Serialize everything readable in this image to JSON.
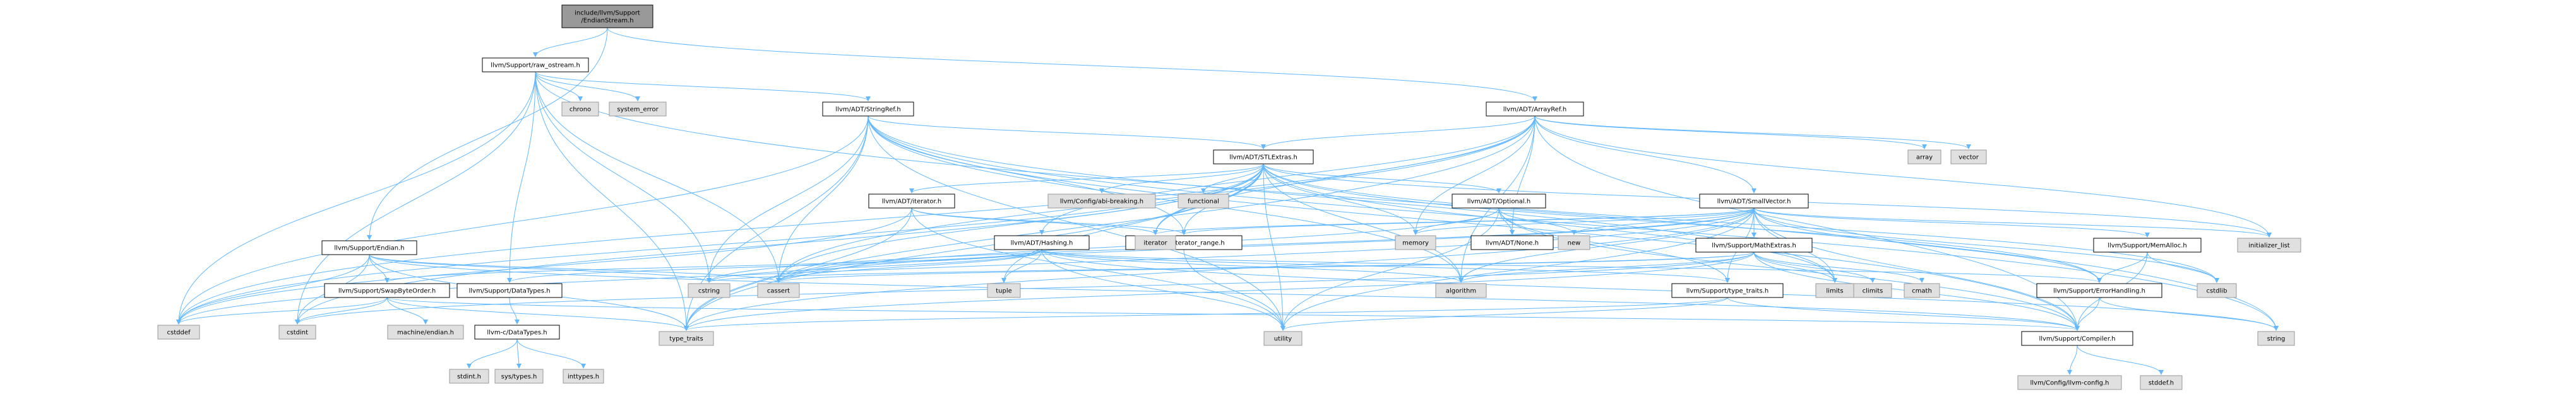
{
  "colors": {
    "edge": "#63b8ff",
    "root_fill": "#999999",
    "node_fill": "#ffffff",
    "node_stroke": "#000000",
    "ext_fill": "#e0e0e0",
    "ext_stroke": "#999999"
  },
  "nodes": {
    "root": {
      "lines": [
        "include/llvm/Support",
        "/EndianStream.h"
      ],
      "kind": "root"
    },
    "raw_ostream": {
      "lines": [
        "llvm/Support/raw_ostream.h"
      ],
      "kind": "header"
    },
    "arrayref": {
      "lines": [
        "llvm/ADT/ArrayRef.h"
      ],
      "kind": "header"
    },
    "stringref": {
      "lines": [
        "llvm/ADT/StringRef.h"
      ],
      "kind": "header"
    },
    "stlextras": {
      "lines": [
        "llvm/ADT/STLExtras.h"
      ],
      "kind": "header"
    },
    "smallvector": {
      "lines": [
        "llvm/ADT/SmallVector.h"
      ],
      "kind": "header"
    },
    "endian": {
      "lines": [
        "llvm/Support/Endian.h"
      ],
      "kind": "header"
    },
    "adt_iterator": {
      "lines": [
        "llvm/ADT/iterator.h"
      ],
      "kind": "header"
    },
    "optional": {
      "lines": [
        "llvm/ADT/Optional.h"
      ],
      "kind": "header"
    },
    "hashing": {
      "lines": [
        "llvm/ADT/Hashing.h"
      ],
      "kind": "header"
    },
    "iterator_range": {
      "lines": [
        "llvm/ADT/iterator_range.h"
      ],
      "kind": "header"
    },
    "none": {
      "lines": [
        "llvm/ADT/None.h"
      ],
      "kind": "header"
    },
    "mathextras": {
      "lines": [
        "llvm/Support/MathExtras.h"
      ],
      "kind": "header"
    },
    "memalloc": {
      "lines": [
        "llvm/Support/MemAlloc.h"
      ],
      "kind": "header"
    },
    "swapbyteorder": {
      "lines": [
        "llvm/Support/SwapByteOrder.h"
      ],
      "kind": "header"
    },
    "datatypes": {
      "lines": [
        "llvm/Support/DataTypes.h"
      ],
      "kind": "header"
    },
    "type_traits_h": {
      "lines": [
        "llvm/Support/type_traits.h"
      ],
      "kind": "header"
    },
    "errorhandling": {
      "lines": [
        "llvm/Support/ErrorHandling.h"
      ],
      "kind": "header"
    },
    "compiler": {
      "lines": [
        "llvm/Support/Compiler.h"
      ],
      "kind": "header"
    },
    "llvmc_datatypes": {
      "lines": [
        "llvm-c/DataTypes.h"
      ],
      "kind": "header"
    },
    "chrono": {
      "lines": [
        "chrono"
      ],
      "kind": "ext"
    },
    "system_error": {
      "lines": [
        "system_error"
      ],
      "kind": "ext"
    },
    "array": {
      "lines": [
        "array"
      ],
      "kind": "ext"
    },
    "vector": {
      "lines": [
        "vector"
      ],
      "kind": "ext"
    },
    "abi_breaking": {
      "lines": [
        "llvm/Config/abi-breaking.h"
      ],
      "kind": "ext"
    },
    "functional": {
      "lines": [
        "functional"
      ],
      "kind": "ext"
    },
    "iterator": {
      "lines": [
        "iterator"
      ],
      "kind": "ext"
    },
    "memory": {
      "lines": [
        "memory"
      ],
      "kind": "ext"
    },
    "new": {
      "lines": [
        "new"
      ],
      "kind": "ext"
    },
    "initializer_list": {
      "lines": [
        "initializer_list"
      ],
      "kind": "ext"
    },
    "cstring": {
      "lines": [
        "cstring"
      ],
      "kind": "ext"
    },
    "tuple": {
      "lines": [
        "tuple"
      ],
      "kind": "ext"
    },
    "cassert": {
      "lines": [
        "cassert"
      ],
      "kind": "ext"
    },
    "algorithm": {
      "lines": [
        "algorithm"
      ],
      "kind": "ext"
    },
    "limits": {
      "lines": [
        "limits"
      ],
      "kind": "ext"
    },
    "climits": {
      "lines": [
        "climits"
      ],
      "kind": "ext"
    },
    "cmath": {
      "lines": [
        "cmath"
      ],
      "kind": "ext"
    },
    "cstdlib": {
      "lines": [
        "cstdlib"
      ],
      "kind": "ext"
    },
    "cstddef": {
      "lines": [
        "cstddef"
      ],
      "kind": "ext"
    },
    "cstdint": {
      "lines": [
        "cstdint"
      ],
      "kind": "ext"
    },
    "machine_endian": {
      "lines": [
        "machine/endian.h"
      ],
      "kind": "ext"
    },
    "type_traits": {
      "lines": [
        "type_traits"
      ],
      "kind": "ext"
    },
    "utility": {
      "lines": [
        "utility"
      ],
      "kind": "ext"
    },
    "string": {
      "lines": [
        "string"
      ],
      "kind": "ext"
    },
    "stdint_h": {
      "lines": [
        "stdint.h"
      ],
      "kind": "ext"
    },
    "sys_types": {
      "lines": [
        "sys/types.h"
      ],
      "kind": "ext"
    },
    "inttypes": {
      "lines": [
        "inttypes.h"
      ],
      "kind": "ext"
    },
    "llvm_config": {
      "lines": [
        "llvm/Config/llvm-config.h"
      ],
      "kind": "ext"
    },
    "stddef_h": {
      "lines": [
        "stddef.h"
      ],
      "kind": "ext"
    }
  },
  "edges": [
    [
      "root",
      "raw_ostream"
    ],
    [
      "root",
      "arrayref"
    ],
    [
      "root",
      "endian"
    ],
    [
      "raw_ostream",
      "stringref"
    ],
    [
      "raw_ostream",
      "datatypes"
    ],
    [
      "raw_ostream",
      "cassert"
    ],
    [
      "raw_ostream",
      "chrono"
    ],
    [
      "raw_ostream",
      "cstddef"
    ],
    [
      "raw_ostream",
      "cstdint"
    ],
    [
      "raw_ostream",
      "cstring"
    ],
    [
      "raw_ostream",
      "string"
    ],
    [
      "raw_ostream",
      "type_traits"
    ],
    [
      "raw_ostream",
      "system_error"
    ],
    [
      "stringref",
      "stlextras"
    ],
    [
      "stringref",
      "iterator_range"
    ],
    [
      "stringref",
      "compiler"
    ],
    [
      "stringref",
      "algorithm"
    ],
    [
      "stringref",
      "cassert"
    ],
    [
      "stringref",
      "cstddef"
    ],
    [
      "stringref",
      "cstring"
    ],
    [
      "stringref",
      "limits"
    ],
    [
      "stringref",
      "string"
    ],
    [
      "stringref",
      "type_traits"
    ],
    [
      "stringref",
      "utility"
    ],
    [
      "arrayref",
      "hashing"
    ],
    [
      "arrayref",
      "none"
    ],
    [
      "arrayref",
      "smallvector"
    ],
    [
      "arrayref",
      "stlextras"
    ],
    [
      "arrayref",
      "compiler"
    ],
    [
      "arrayref",
      "algorithm"
    ],
    [
      "arrayref",
      "array"
    ],
    [
      "arrayref",
      "cassert"
    ],
    [
      "arrayref",
      "cstddef"
    ],
    [
      "arrayref",
      "initializer_list"
    ],
    [
      "arrayref",
      "iterator"
    ],
    [
      "arrayref",
      "memory"
    ],
    [
      "arrayref",
      "type_traits"
    ],
    [
      "arrayref",
      "vector"
    ],
    [
      "stlextras",
      "abi_breaking"
    ],
    [
      "stlextras",
      "optional"
    ],
    [
      "stlextras",
      "adt_iterator"
    ],
    [
      "stlextras",
      "iterator_range"
    ],
    [
      "stlextras",
      "errorhandling"
    ],
    [
      "stlextras",
      "algorithm"
    ],
    [
      "stlextras",
      "cassert"
    ],
    [
      "stlextras",
      "cstddef"
    ],
    [
      "stlextras",
      "cstdint"
    ],
    [
      "stlextras",
      "cstdlib"
    ],
    [
      "stlextras",
      "functional"
    ],
    [
      "stlextras",
      "initializer_list"
    ],
    [
      "stlextras",
      "iterator"
    ],
    [
      "stlextras",
      "limits"
    ],
    [
      "stlextras",
      "memory"
    ],
    [
      "stlextras",
      "tuple"
    ],
    [
      "stlextras",
      "type_traits"
    ],
    [
      "stlextras",
      "utility"
    ],
    [
      "smallvector",
      "iterator_range"
    ],
    [
      "smallvector",
      "compiler"
    ],
    [
      "smallvector",
      "errorhandling"
    ],
    [
      "smallvector",
      "mathextras"
    ],
    [
      "smallvector",
      "memalloc"
    ],
    [
      "smallvector",
      "type_traits_h"
    ],
    [
      "smallvector",
      "algorithm"
    ],
    [
      "smallvector",
      "cassert"
    ],
    [
      "smallvector",
      "cstddef"
    ],
    [
      "smallvector",
      "cstdlib"
    ],
    [
      "smallvector",
      "cstring"
    ],
    [
      "smallvector",
      "initializer_list"
    ],
    [
      "smallvector",
      "iterator"
    ],
    [
      "smallvector",
      "limits"
    ],
    [
      "smallvector",
      "memory"
    ],
    [
      "smallvector",
      "new"
    ],
    [
      "smallvector",
      "type_traits"
    ],
    [
      "smallvector",
      "utility"
    ],
    [
      "optional",
      "none"
    ],
    [
      "optional",
      "compiler"
    ],
    [
      "optional",
      "type_traits_h"
    ],
    [
      "optional",
      "cassert"
    ],
    [
      "optional",
      "memory"
    ],
    [
      "optional",
      "new"
    ],
    [
      "optional",
      "utility"
    ],
    [
      "adt_iterator",
      "iterator_range"
    ],
    [
      "adt_iterator",
      "cstddef"
    ],
    [
      "adt_iterator",
      "iterator"
    ],
    [
      "adt_iterator",
      "type_traits"
    ],
    [
      "adt_iterator",
      "utility"
    ],
    [
      "hashing",
      "datatypes"
    ],
    [
      "hashing",
      "errorhandling"
    ],
    [
      "hashing",
      "swapbyteorder"
    ],
    [
      "hashing",
      "type_traits_h"
    ],
    [
      "hashing",
      "algorithm"
    ],
    [
      "hashing",
      "cassert"
    ],
    [
      "hashing",
      "cstring"
    ],
    [
      "hashing",
      "string"
    ],
    [
      "hashing",
      "tuple"
    ],
    [
      "hashing",
      "utility"
    ],
    [
      "iterator_range",
      "utility"
    ],
    [
      "mathextras",
      "compiler"
    ],
    [
      "mathextras",
      "algorithm"
    ],
    [
      "mathextras",
      "cassert"
    ],
    [
      "mathextras",
      "climits"
    ],
    [
      "mathextras",
      "cmath"
    ],
    [
      "mathextras",
      "cstdint"
    ],
    [
      "mathextras",
      "cstring"
    ],
    [
      "mathextras",
      "limits"
    ],
    [
      "mathextras",
      "type_traits"
    ],
    [
      "memalloc",
      "compiler"
    ],
    [
      "memalloc",
      "errorhandling"
    ],
    [
      "memalloc",
      "cstdlib"
    ],
    [
      "endian",
      "compiler"
    ],
    [
      "endian",
      "swapbyteorder"
    ],
    [
      "endian",
      "cassert"
    ],
    [
      "endian",
      "cstddef"
    ],
    [
      "endian",
      "cstdint"
    ],
    [
      "endian",
      "cstring"
    ],
    [
      "endian",
      "type_traits"
    ],
    [
      "swapbyteorder",
      "compiler"
    ],
    [
      "swapbyteorder",
      "cstddef"
    ],
    [
      "swapbyteorder",
      "cstdint"
    ],
    [
      "swapbyteorder",
      "type_traits"
    ],
    [
      "swapbyteorder",
      "machine_endian"
    ],
    [
      "datatypes",
      "llvmc_datatypes"
    ],
    [
      "llvmc_datatypes",
      "inttypes"
    ],
    [
      "llvmc_datatypes",
      "stdint_h"
    ],
    [
      "llvmc_datatypes",
      "sys_types"
    ],
    [
      "type_traits_h",
      "compiler"
    ],
    [
      "type_traits_h",
      "type_traits"
    ],
    [
      "type_traits_h",
      "utility"
    ],
    [
      "errorhandling",
      "compiler"
    ],
    [
      "errorhandling",
      "string"
    ],
    [
      "compiler",
      "llvm_config"
    ],
    [
      "compiler",
      "stddef_h"
    ]
  ]
}
